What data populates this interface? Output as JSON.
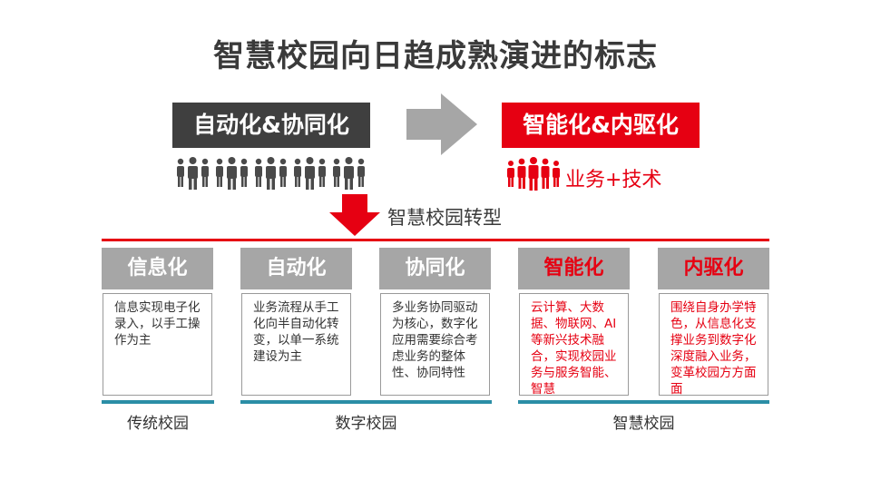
{
  "title": "智慧校园向日趋成熟演进的标志",
  "left_banner": "自动化&协同化",
  "right_banner": "智能化&内驱化",
  "right_subtitle": "业务+技术",
  "transform_label": "智慧校园转型",
  "colors": {
    "red": "#e60012",
    "dark": "#3f3f3f",
    "gray": "#a6a6a6",
    "blue": "#2b8ea6"
  },
  "cards": [
    {
      "title": "信息化",
      "text": "信息实现电子化录入，以手工操作为主"
    },
    {
      "title": "自动化",
      "text": "业务流程从手工化向半自动化转变，以单一系统建设为主"
    },
    {
      "title": "协同化",
      "text": "多业务协同驱动为核心，数字化应用需要综合考虑业务的整体性、协同特性"
    },
    {
      "title": "智能化",
      "text": "云计算、大数据、物联网、AI等新兴技术融合，实现校园业务与服务智能、智慧"
    },
    {
      "title": "内驱化",
      "text": "围绕自身办学特色，从信息化支撑业务到数字化深度融入业务，变革校园方方面面"
    }
  ],
  "stages": [
    "传统校园",
    "数字校园",
    "智慧校园"
  ]
}
